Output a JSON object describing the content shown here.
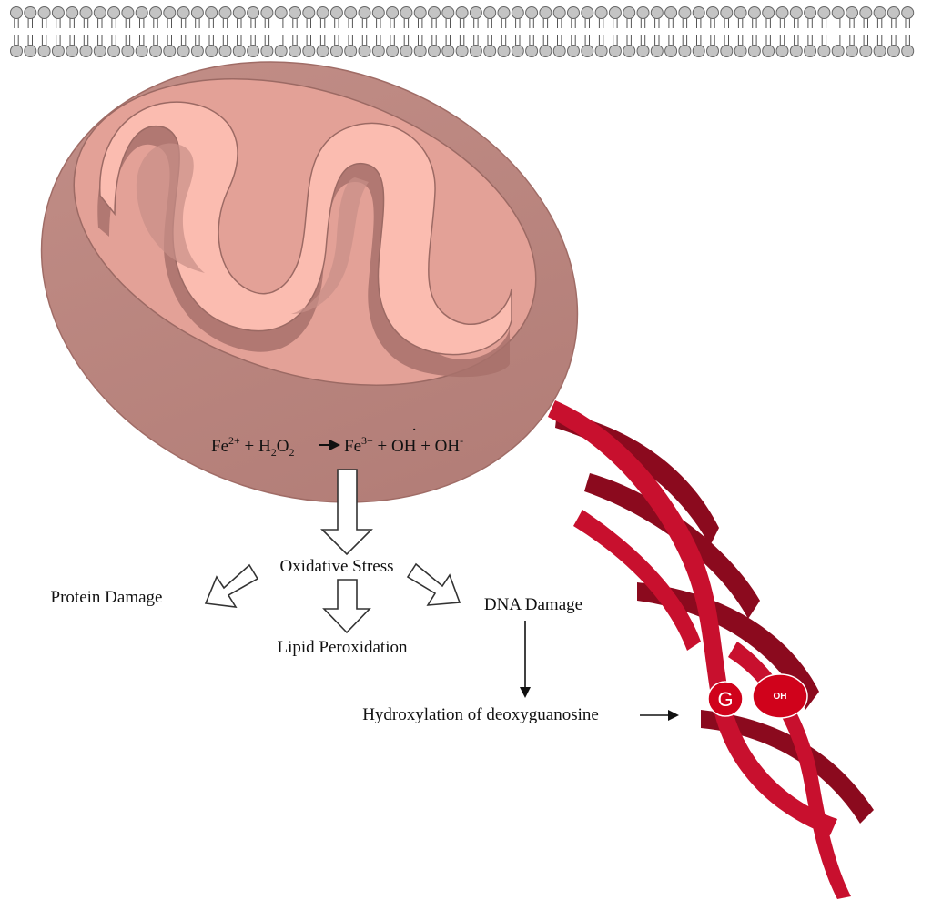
{
  "diagram": {
    "reaction": {
      "fe2": "Fe",
      "fe2_charge": "2+",
      "plus1": " + ",
      "h2o2_h": "H",
      "h2o2_sub1": "2",
      "h2o2_o": "O",
      "h2o2_sub2": "2",
      "fe3": "Fe",
      "fe3_charge": "3+",
      "plus2": " + ",
      "radical_dot": "·",
      "radical": "OH",
      "plus3": " + ",
      "hydroxide": "OH",
      "hydroxide_charge": "-"
    },
    "nodes": {
      "oxidative_stress": "Oxidative Stress",
      "protein_damage": "Protein Damage",
      "lipid_peroxidation": "Lipid Peroxidation",
      "dna_damage": "DNA Damage",
      "hydroxylation": "Hydroxylation of deoxyguanosine"
    },
    "dna_adduct": {
      "base_label": "G",
      "group_label": "OH"
    },
    "colors": {
      "mito_outer": "#b5807a",
      "mito_inner": "#e8a79c",
      "cristae": "#fbbcb0",
      "dna_front": "#c8102e",
      "dna_back": "#8b0a1e",
      "membrane_head": "#c4c4c4"
    }
  }
}
